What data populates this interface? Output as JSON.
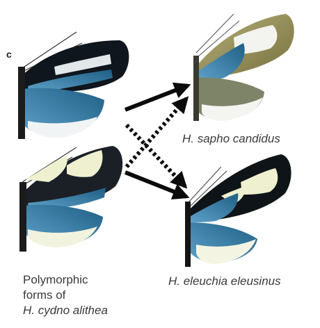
{
  "panel_letter": "c",
  "labels": {
    "sapho": "H. sapho candidus",
    "eleuchia": "H. eleuchia eleusinus",
    "poly_line1": "Polymorphic",
    "poly_line2": "forms of",
    "poly_line3": "H. cydno alithea"
  },
  "colors": {
    "wing_black": "#141a22",
    "wing_blue": "#2b6f97",
    "wing_white": "#f2f4f2",
    "wing_cream": "#eef0cf",
    "olive": "#8d8a55",
    "arrow": "#0b0b0b"
  }
}
